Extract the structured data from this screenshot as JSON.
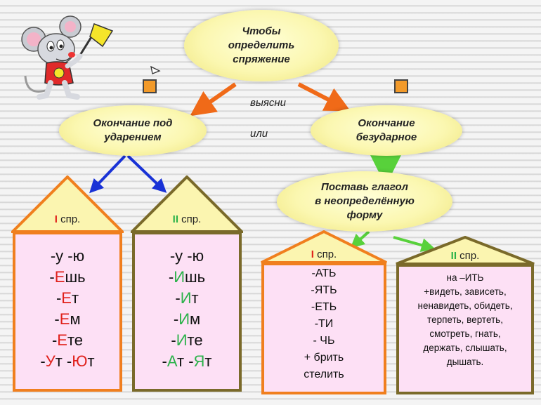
{
  "top_oval": "Чтобы\nопределить\nспряжение",
  "left_oval": "Окончание под\nударением",
  "right_oval": "Окончание\nбезударное",
  "middle_oval": "Поставь глагол\nв неопределённую\nформу",
  "connector_top": "выясни",
  "connector_mid": "или",
  "house1": {
    "roof_num": "I",
    "roof_text": " спр.",
    "lines": [
      [
        {
          "t": "-у  -ю",
          "c": ""
        }
      ],
      [
        {
          "t": "-",
          "c": ""
        },
        {
          "t": "Е",
          "c": "red"
        },
        {
          "t": "шь",
          "c": ""
        }
      ],
      [
        {
          "t": "-",
          "c": ""
        },
        {
          "t": "Е",
          "c": "red"
        },
        {
          "t": "т",
          "c": ""
        }
      ],
      [
        {
          "t": "-",
          "c": ""
        },
        {
          "t": "Е",
          "c": "red"
        },
        {
          "t": "м",
          "c": ""
        }
      ],
      [
        {
          "t": "-",
          "c": ""
        },
        {
          "t": "Е",
          "c": "red"
        },
        {
          "t": "те",
          "c": ""
        }
      ],
      [
        {
          "t": "-",
          "c": ""
        },
        {
          "t": "У",
          "c": "red"
        },
        {
          "t": "т  -",
          "c": ""
        },
        {
          "t": "Ю",
          "c": "red"
        },
        {
          "t": "т",
          "c": ""
        }
      ]
    ]
  },
  "house2": {
    "roof_num": "II",
    "roof_text": "  спр.",
    "lines": [
      [
        {
          "t": "-у  -ю",
          "c": ""
        }
      ],
      [
        {
          "t": "-",
          "c": ""
        },
        {
          "t": "И",
          "c": "green"
        },
        {
          "t": "шь",
          "c": ""
        }
      ],
      [
        {
          "t": "-",
          "c": ""
        },
        {
          "t": "И",
          "c": "green"
        },
        {
          "t": "т",
          "c": ""
        }
      ],
      [
        {
          "t": "-",
          "c": ""
        },
        {
          "t": "И",
          "c": "green"
        },
        {
          "t": "м",
          "c": ""
        }
      ],
      [
        {
          "t": "-",
          "c": ""
        },
        {
          "t": "И",
          "c": "green"
        },
        {
          "t": "те",
          "c": ""
        }
      ],
      [
        {
          "t": "-",
          "c": ""
        },
        {
          "t": "А",
          "c": "green"
        },
        {
          "t": "т  -",
          "c": ""
        },
        {
          "t": "Я",
          "c": "green"
        },
        {
          "t": "т",
          "c": ""
        }
      ]
    ]
  },
  "house3": {
    "roof_num": "I",
    "roof_text": " спр.",
    "lines": [
      "-АТЬ",
      "-ЯТЬ",
      "-ЕТЬ",
      "-ТИ",
      "-  ЧЬ",
      "+ брить",
      "стелить"
    ]
  },
  "house4": {
    "roof_num": "II",
    "roof_text": " спр.",
    "lines": [
      "на –ИТЬ",
      "+видеть, зависеть,",
      "ненавидеть, обидеть,",
      "терпеть, вертеть,",
      "смотреть, гнать,",
      "держать, слышать,",
      "дышать."
    ]
  },
  "colors": {
    "house_orange": "#f07f1e",
    "house_olive": "#7a6a2a",
    "house_fill": "#fde0f5",
    "roof_fill": "#fbf5b0",
    "arrow_orange": "#f06a18",
    "arrow_blue": "#1932d6",
    "arrow_green": "#58d13b"
  }
}
